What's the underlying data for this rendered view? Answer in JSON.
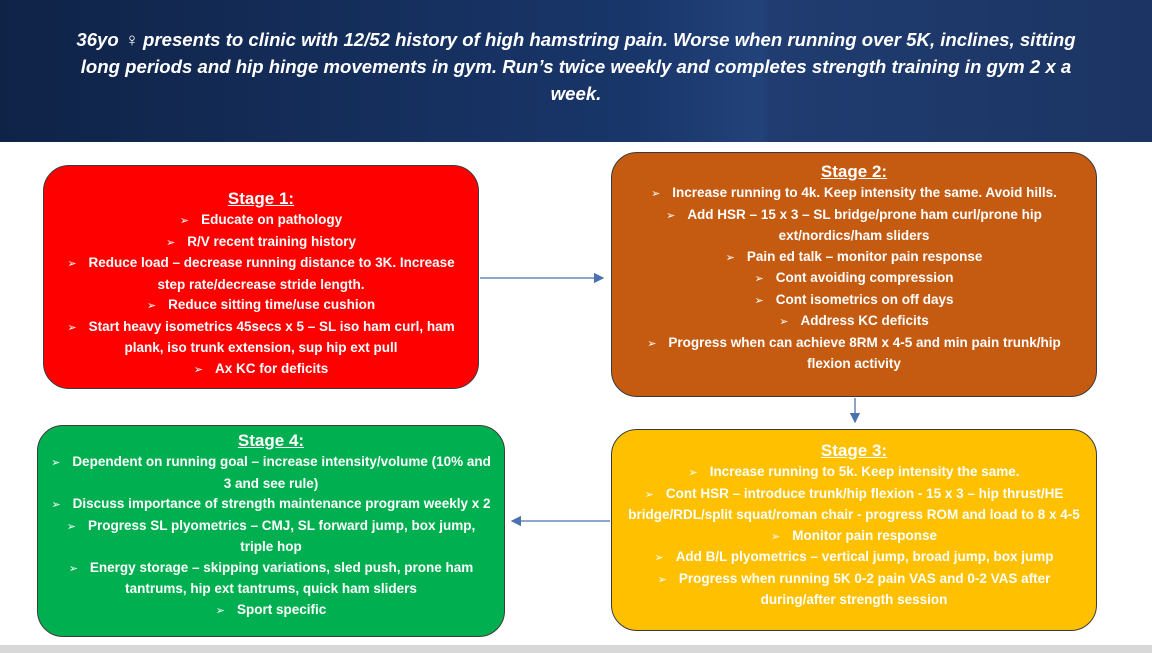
{
  "header": {
    "text": "36yo ♀ presents to clinic with 12/52 history of high hamstring pain. Worse when running over 5K, inclines, sitting long periods and hip hinge movements in gym. Run’s twice weekly and completes strength training in gym 2 x a week."
  },
  "bullet_glyph": "➢",
  "stage1": {
    "title": "Stage 1:",
    "items": [
      "Educate on pathology",
      "R/V recent training history",
      "Reduce load – decrease running distance to 3K. Increase step rate/decrease stride length.",
      "Reduce sitting time/use cushion",
      "Start heavy isometrics 45secs x 5 – SL iso ham curl, ham plank, iso trunk extension, sup hip ext pull",
      "Ax KC for deficits"
    ]
  },
  "stage2": {
    "title": "Stage 2:",
    "items": [
      "Increase running to 4k. Keep intensity the same. Avoid hills.",
      "Add HSR – 15 x 3 – SL bridge/prone ham curl/prone hip ext/nordics/ham sliders",
      "Pain ed talk – monitor pain response",
      "Cont avoiding compression",
      "Cont isometrics on off days",
      "Address KC deficits",
      "Progress when can achieve 8RM x 4-5 and min pain trunk/hip flexion activity"
    ]
  },
  "stage3": {
    "title": "Stage 3:",
    "items": [
      "Increase running to 5k. Keep intensity the same.",
      "Cont HSR – introduce trunk/hip flexion - 15 x 3 – hip thrust/HE bridge/RDL/split squat/roman chair - progress ROM and load to 8 x 4-5",
      "Monitor pain response",
      "Add B/L plyometrics – vertical jump, broad jump, box jump",
      "Progress when running 5K 0-2 pain VAS and 0-2 VAS after during/after strength session"
    ]
  },
  "stage4": {
    "title": "Stage 4:",
    "items": [
      "Dependent on running goal – increase intensity/volume (10% and 3 and see rule)",
      "Discuss importance of strength maintenance program weekly x 2",
      "Progress SL plyometrics – CMJ, SL forward jump, box jump, triple hop",
      "Energy storage – skipping variations, sled push, prone ham tantrums, hip ext tantrums, quick ham sliders",
      "Sport specific"
    ]
  },
  "colors": {
    "stage1": "#ff0000",
    "stage2": "#c55a11",
    "stage3": "#ffc000",
    "stage4": "#00b050",
    "arrow": "#4a72b0",
    "header": "#1b3463"
  }
}
